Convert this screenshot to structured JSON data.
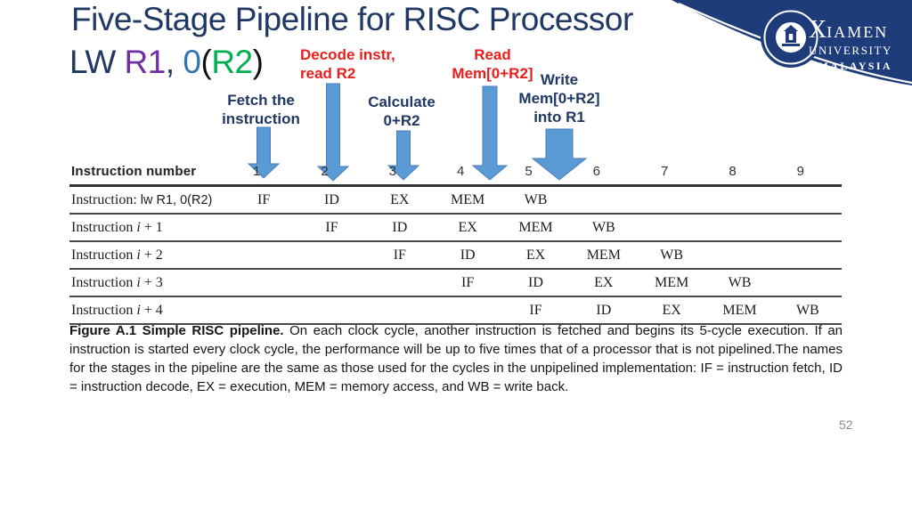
{
  "title": {
    "line1": "Five-Stage Pipeline for RISC Processor",
    "line2_tokens": {
      "lw": "LW ",
      "r1": "R1",
      "comma": ", ",
      "zero": "0",
      "open": "(",
      "r2": "R2",
      "close": ")"
    }
  },
  "logo": {
    "word1_initial": "X",
    "word1_rest": "IAMEN",
    "word2": "UNIVERSITY",
    "word3": "MALAYSIA"
  },
  "annotations": {
    "fetch": {
      "line1": "Fetch the",
      "line2": "instruction"
    },
    "decode": {
      "line1": "Decode instr,",
      "line2": "read R2"
    },
    "calculate": {
      "line1": "Calculate",
      "line2": "0+R2"
    },
    "read": {
      "line1": "Read",
      "line2": "Mem[0+R2]"
    },
    "write": {
      "line1": "Write",
      "line2": "Mem[0+R2]",
      "line3": "into R1"
    }
  },
  "table": {
    "header_label": "Instruction number",
    "cycles": [
      "1",
      "2",
      "3",
      "4",
      "5",
      "6",
      "7",
      "8",
      "9"
    ],
    "rows": [
      {
        "label_main": "Instruction:",
        "label_var": "",
        "label_tail": "",
        "label_code": " lw R1, 0(R2)",
        "cells": [
          "IF",
          "ID",
          "EX",
          "MEM",
          "WB",
          "",
          "",
          "",
          ""
        ]
      },
      {
        "label_main": "Instruction ",
        "label_var": "i",
        "label_tail": " + 1",
        "label_code": "",
        "cells": [
          "",
          "IF",
          "ID",
          "EX",
          "MEM",
          "WB",
          "",
          "",
          ""
        ]
      },
      {
        "label_main": "Instruction ",
        "label_var": "i",
        "label_tail": " + 2",
        "label_code": "",
        "cells": [
          "",
          "",
          "IF",
          "ID",
          "EX",
          "MEM",
          "WB",
          "",
          ""
        ]
      },
      {
        "label_main": "Instruction ",
        "label_var": "i",
        "label_tail": " + 3",
        "label_code": "",
        "cells": [
          "",
          "",
          "",
          "IF",
          "ID",
          "EX",
          "MEM",
          "WB",
          ""
        ]
      },
      {
        "label_main": "Instruction ",
        "label_var": "i",
        "label_tail": " + 4",
        "label_code": "",
        "cells": [
          "",
          "",
          "",
          "",
          "IF",
          "ID",
          "EX",
          "MEM",
          "WB"
        ]
      }
    ]
  },
  "caption": {
    "lead": "Figure A.1  Simple RISC pipeline.",
    "body": " On each clock cycle, another instruction is fetched and begins its 5-cycle execution. If an instruction is started every clock cycle, the performance will be up to five times that of a processor that is not pipelined.The names for the stages in the pipeline are the same as those used for the cycles in the unpipelined implementation: IF = instruction fetch, ID = instruction decode, EX = execution, MEM = memory access, and WB = write back."
  },
  "page_number": "52",
  "colors": {
    "title_navy": "#1F3864",
    "register_purple": "#7030A0",
    "offset_blue": "#2E75B6",
    "register_green": "#00B050",
    "label_red": "#E8201D",
    "arrow_blue": "#5B9BD5",
    "banner_navy": "#1F3C7A"
  }
}
